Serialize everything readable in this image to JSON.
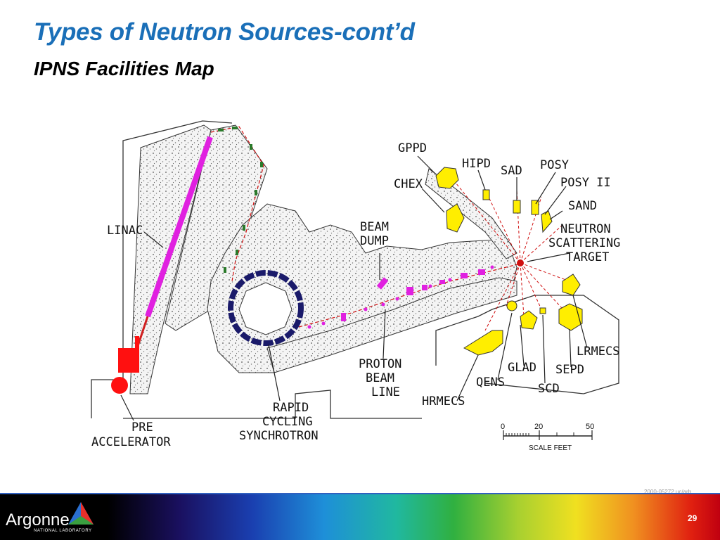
{
  "slide": {
    "title": "Types of Neutron Sources-cont’d",
    "subtitle": "IPNS Facilities Map",
    "doc_code": "2000-05272 uc/arb",
    "page_number": "29",
    "logo_text": "Argonne",
    "logo_subtext": "NATIONAL LABORATORY"
  },
  "map": {
    "labels": {
      "gppd": "GPPD",
      "hipd": "HIPD",
      "sad": "SAD",
      "posy": "POSY",
      "posy2": "POSY II",
      "chex": "CHEX",
      "sand": "SAND",
      "beam": "BEAM",
      "dump": "DUMP",
      "linac": "LINAC",
      "neutron": "NEUTRON",
      "scattering": "SCATTERING",
      "target": "TARGET",
      "lrmecs": "LRMECS",
      "glad": "GLAD",
      "sepd": "SEPD",
      "proton": "PROTON",
      "beam2": "BEAM",
      "line": "LINE",
      "qens": "QENS",
      "scd": "SCD",
      "hrmecs": "HRMECS",
      "rapid": "RAPID",
      "cycling": "CYCLING",
      "synchrotron": "SYNCHROTRON",
      "pre": "PRE",
      "accelerator": "ACCELERATOR"
    },
    "scale": {
      "tick0": "0",
      "tick20": "20",
      "tick50": "50",
      "caption": "SCALE  FEET"
    },
    "colors": {
      "beamline": "#e020e0",
      "instrument": "#ffee00",
      "preaccelerator": "#ff1010",
      "synchrotron": "#1a1a6a",
      "building": "#ffffff"
    }
  }
}
